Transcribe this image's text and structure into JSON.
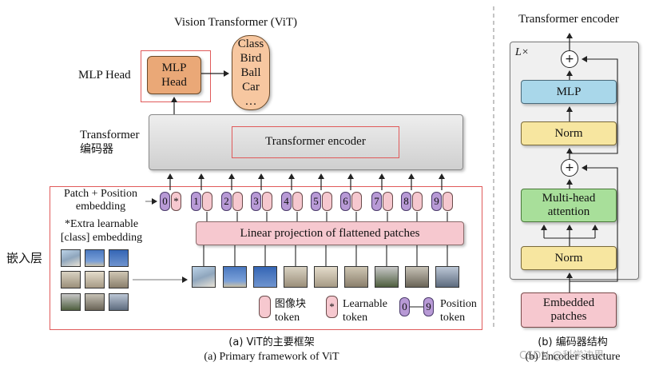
{
  "left": {
    "title": "Vision Transformer (ViT)",
    "mlp_head_label": "MLP Head",
    "mlp_head_box": [
      "MLP",
      "Head"
    ],
    "classes": [
      "Class",
      "Bird",
      "Ball",
      "Car",
      "…"
    ],
    "transformer_label": [
      "Transformer",
      "编码器"
    ],
    "encoder_box": "Transformer encoder",
    "patch_pos_label": [
      "Patch + Position",
      "embedding"
    ],
    "extra_label": [
      "*Extra learnable",
      "[class] embedding"
    ],
    "embed_layer_label": "嵌入层",
    "linear_projection": "Linear projection of flattened patches",
    "positions": [
      "0",
      "1",
      "2",
      "3",
      "4",
      "5",
      "6",
      "7",
      "8",
      "9"
    ],
    "class_token_mark": "*",
    "legend": {
      "patch_token": [
        "图像块",
        "token"
      ],
      "learnable_mark": "*",
      "learnable_token": [
        "Learnable",
        "token"
      ],
      "pos_from": "0",
      "pos_to": "9",
      "position_token": [
        "Position",
        "token"
      ]
    },
    "caption_cn": "(a) ViT的主要框架",
    "caption_en": "(a) Primary framework of ViT"
  },
  "right": {
    "title": "Transformer encoder",
    "repeat_label": "L×",
    "mlp": "MLP",
    "norm_top": "Norm",
    "mha": [
      "Multi-head",
      "attention"
    ],
    "norm_bottom": "Norm",
    "plus": "+",
    "embedded_patches": [
      "Embedded",
      "patches"
    ],
    "caption_cn": "(b) 编码器结构",
    "caption_en": "(b) Encoder structure"
  },
  "watermark": "CSDN @科学边界",
  "colors": {
    "mlp_head": "#eaa877",
    "class_pill": "#f7c7a0",
    "encoder_gray": "#d8d8d8",
    "linear_projection": "#f6c8cf",
    "position_token": "#b89ad6",
    "mlp_blue": "#a9d7ea",
    "norm_yellow": "#f7e6a0",
    "mha_green": "#a8df9a",
    "red_outline": "#e05a5a"
  }
}
